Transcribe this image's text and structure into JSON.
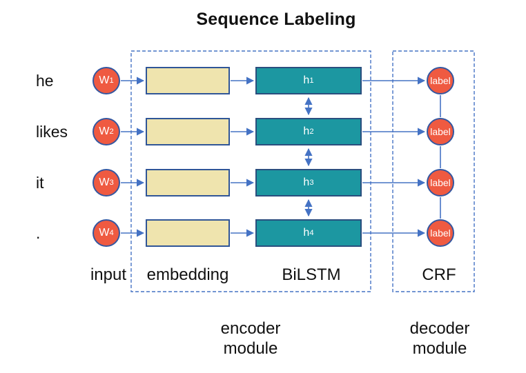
{
  "title": "Sequence Labeling",
  "rows": [
    {
      "word": "he",
      "input_base": "W",
      "input_sub": "1",
      "hidden_base": "h",
      "hidden_sub": "1",
      "output": "label"
    },
    {
      "word": "likes",
      "input_base": "W",
      "input_sub": "2",
      "hidden_base": "h",
      "hidden_sub": "2",
      "output": "label"
    },
    {
      "word": "it",
      "input_base": "W",
      "input_sub": "3",
      "hidden_base": "h",
      "hidden_sub": "3",
      "output": "label"
    },
    {
      "word": ".",
      "input_base": "W",
      "input_sub": "4",
      "hidden_base": "h",
      "hidden_sub": "4",
      "output": "label"
    }
  ],
  "columns": {
    "input": "input",
    "embedding": "embedding",
    "bilstm": "BiLSTM",
    "crf": "CRF"
  },
  "modules": {
    "encoder": "encoder\nmodule",
    "decoder": "decoder\nmodule"
  },
  "colors": {
    "bg": "#FFFFFF",
    "text_dark": "#111111",
    "accent_blue": "#4472C4",
    "node_red": "#EF5A41",
    "node_border": "#3457A0",
    "embedding_fill": "#EFE4AE",
    "embedding_border": "#2F5597",
    "lstm_fill": "#1C97A1",
    "lstm_border": "#2A4E7E"
  }
}
